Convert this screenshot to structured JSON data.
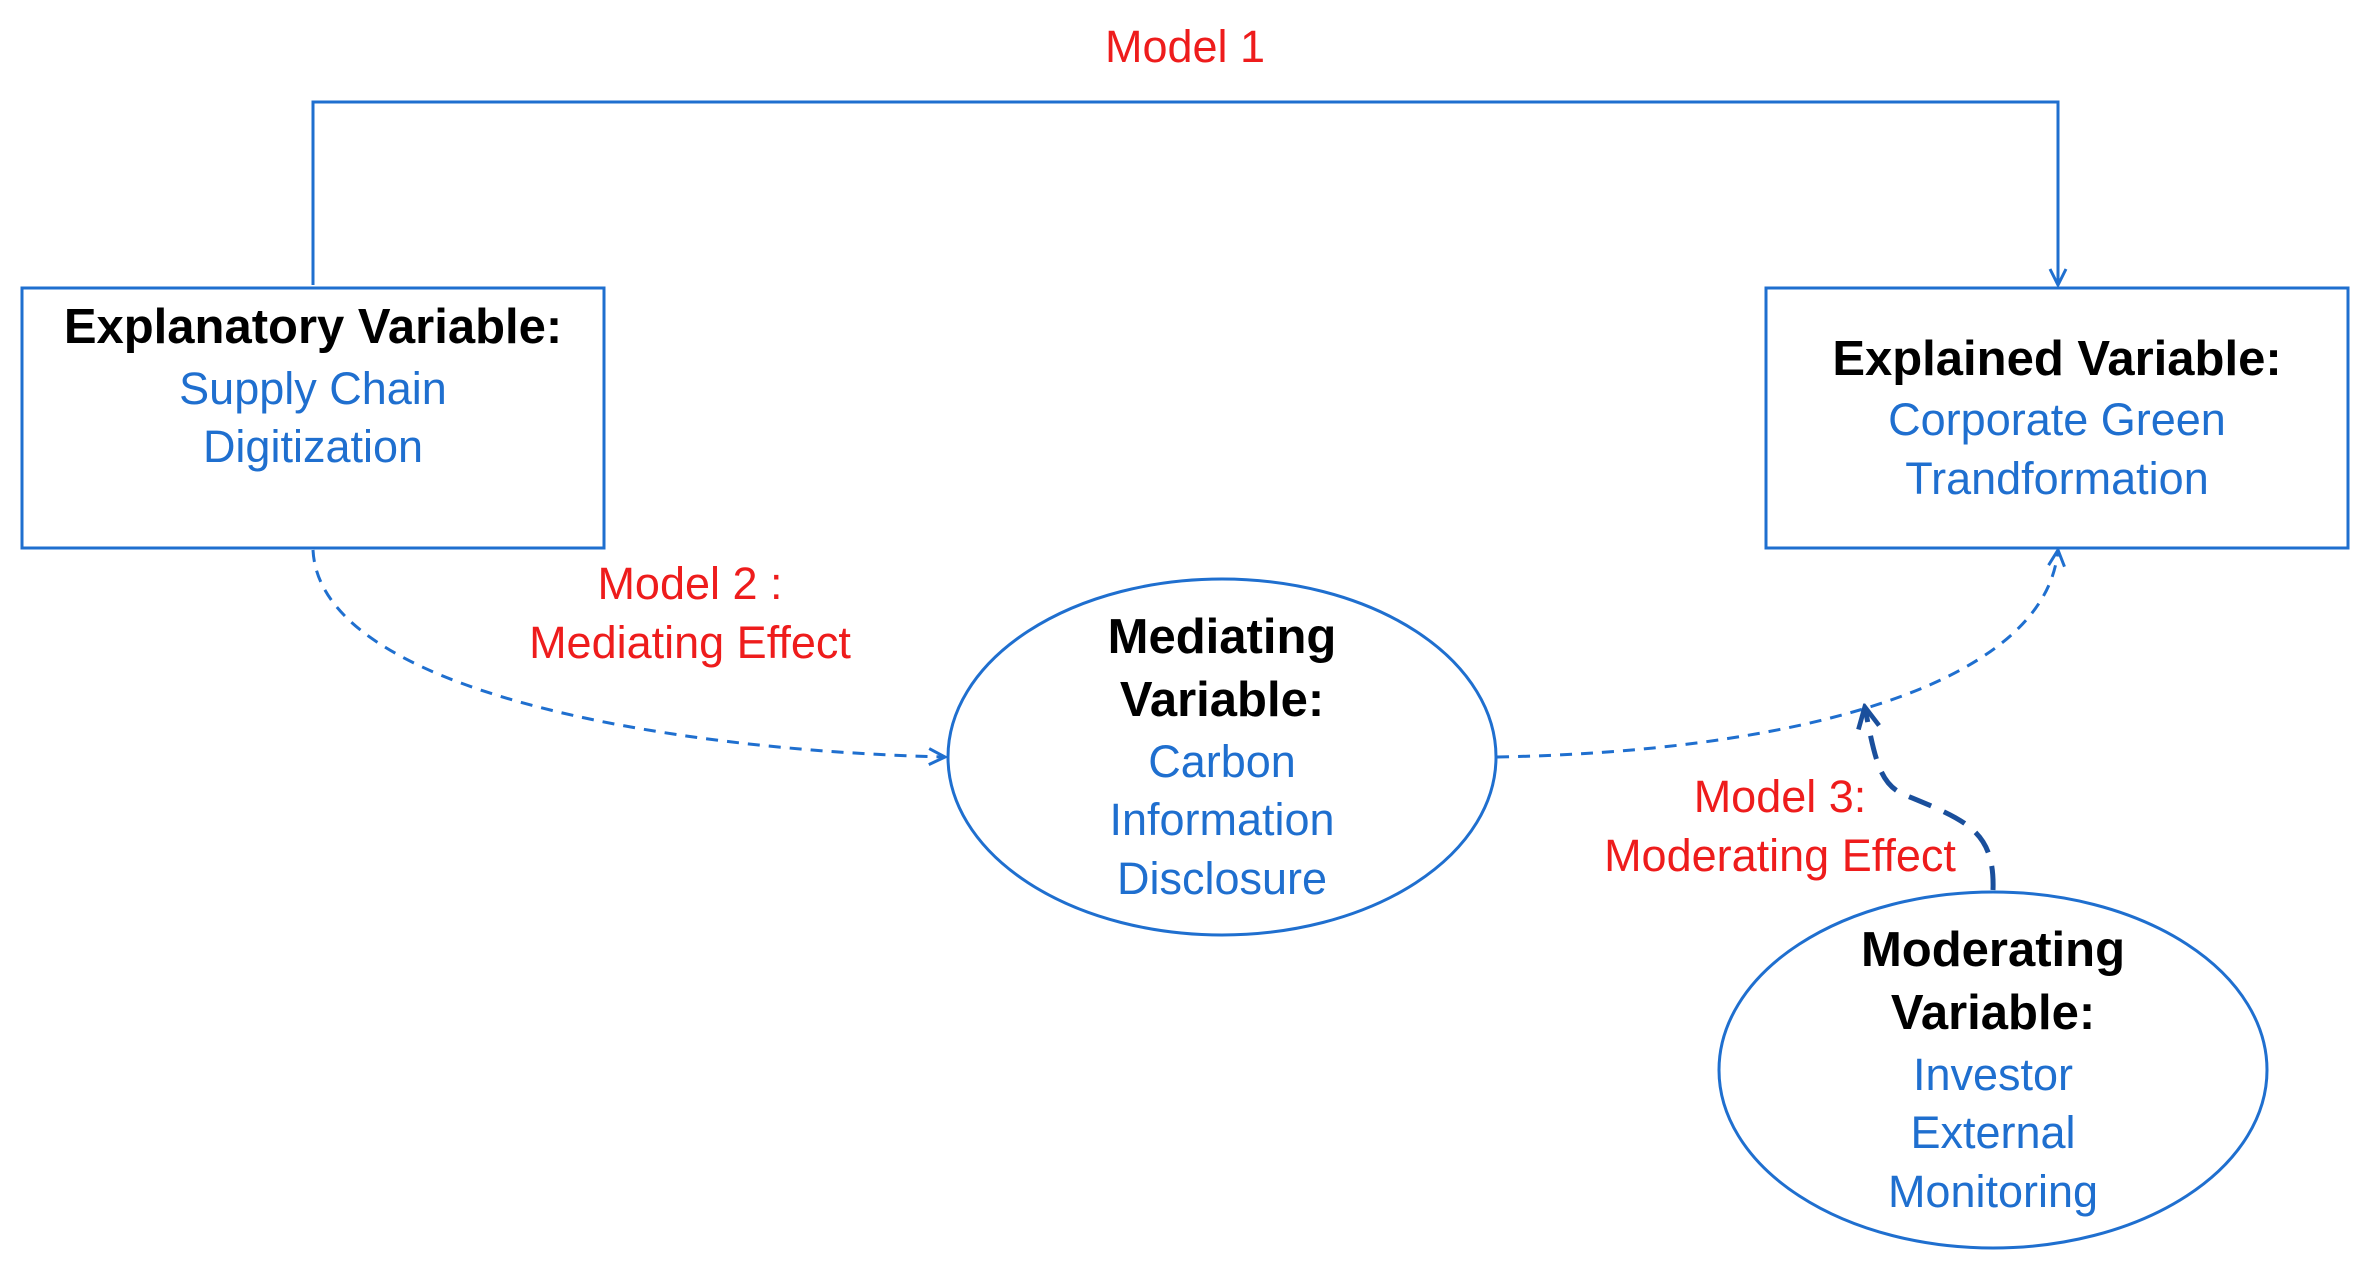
{
  "colors": {
    "line": "#1f6fcf",
    "moderator_arrow": "#1a4f9c",
    "model_text": "#ee1c1c",
    "heading_text": "#000000",
    "value_text": "#1f6fcf"
  },
  "models": {
    "model1": "Model 1",
    "model2_line1": "Model 2 :",
    "model2_line2": "Mediating Effect",
    "model3_line1": "Model 3:",
    "model3_line2": "Moderating Effect"
  },
  "nodes": {
    "explanatory": {
      "heading": "Explanatory Variable:",
      "value_line1": "Supply Chain",
      "value_line2": "Digitization"
    },
    "explained": {
      "heading": "Explained Variable:",
      "value_line1": "Corporate Green",
      "value_line2": "Trandformation"
    },
    "mediating": {
      "heading_line1": "Mediating",
      "heading_line2": "Variable:",
      "value_line1": "Carbon",
      "value_line2": "Information",
      "value_line3": "Disclosure"
    },
    "moderating": {
      "heading_line1": "Moderating",
      "heading_line2": "Variable:",
      "value_line1": "Investor",
      "value_line2": "External",
      "value_line3": "Monitoring"
    }
  }
}
